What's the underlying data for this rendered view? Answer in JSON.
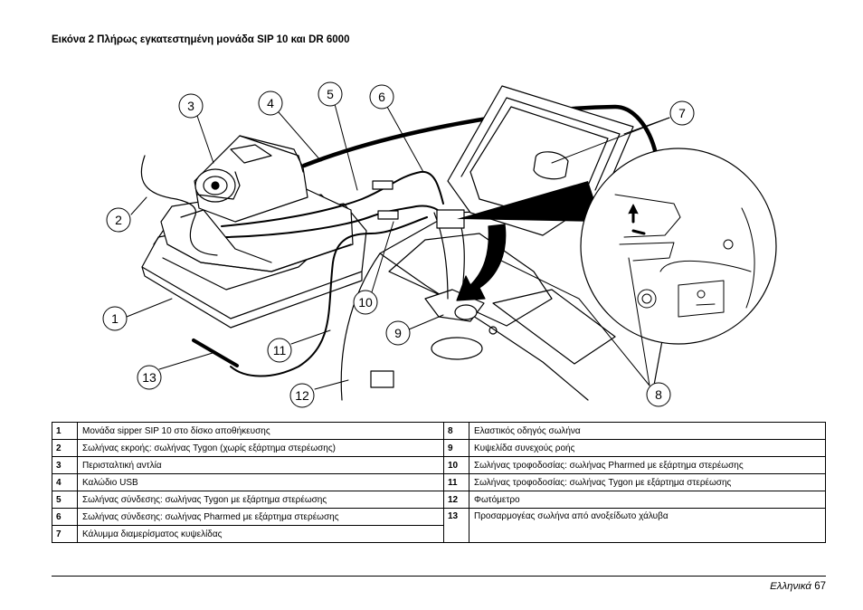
{
  "figure": {
    "title": "Εικόνα 2 Πλήρως εγκατεστημένη μονάδα SIP 10 και DR 6000",
    "callouts": [
      "1",
      "2",
      "3",
      "4",
      "5",
      "6",
      "7",
      "8",
      "9",
      "10",
      "11",
      "12",
      "13"
    ]
  },
  "legend": {
    "left": [
      {
        "num": "1",
        "text": "Μονάδα sipper SIP 10 στο δίσκο αποθήκευσης"
      },
      {
        "num": "2",
        "text": "Σωλήνας εκροής: σωλήνας Tygon (χωρίς εξάρτημα στερέωσης)"
      },
      {
        "num": "3",
        "text": "Περισταλτική αντλία"
      },
      {
        "num": "4",
        "text": "Καλώδιο USB"
      },
      {
        "num": "5",
        "text": "Σωλήνας σύνδεσης: σωλήνας Tygon με εξάρτημα στερέωσης"
      },
      {
        "num": "6",
        "text": "Σωλήνας σύνδεσης: σωλήνας Pharmed με εξάρτημα στερέωσης"
      },
      {
        "num": "7",
        "text": "Κάλυμμα διαμερίσματος κυψελίδας"
      }
    ],
    "right": [
      {
        "num": "8",
        "text": "Ελαστικός οδηγός σωλήνα"
      },
      {
        "num": "9",
        "text": "Κυψελίδα συνεχούς ροής"
      },
      {
        "num": "10",
        "text": "Σωλήνας τροφοδοσίας: σωλήνας Pharmed με εξάρτημα στερέωσης"
      },
      {
        "num": "11",
        "text": "Σωλήνας τροφοδοσίας: σωλήνας Tygon με εξάρτημα στερέωσης"
      },
      {
        "num": "12",
        "text": "Φωτόμετρο"
      },
      {
        "num": "13",
        "text": "Προσαρμογέας σωλήνα από ανοξείδωτο χάλυβα"
      }
    ]
  },
  "footer": {
    "language": "Ελληνικά",
    "page": "67"
  }
}
